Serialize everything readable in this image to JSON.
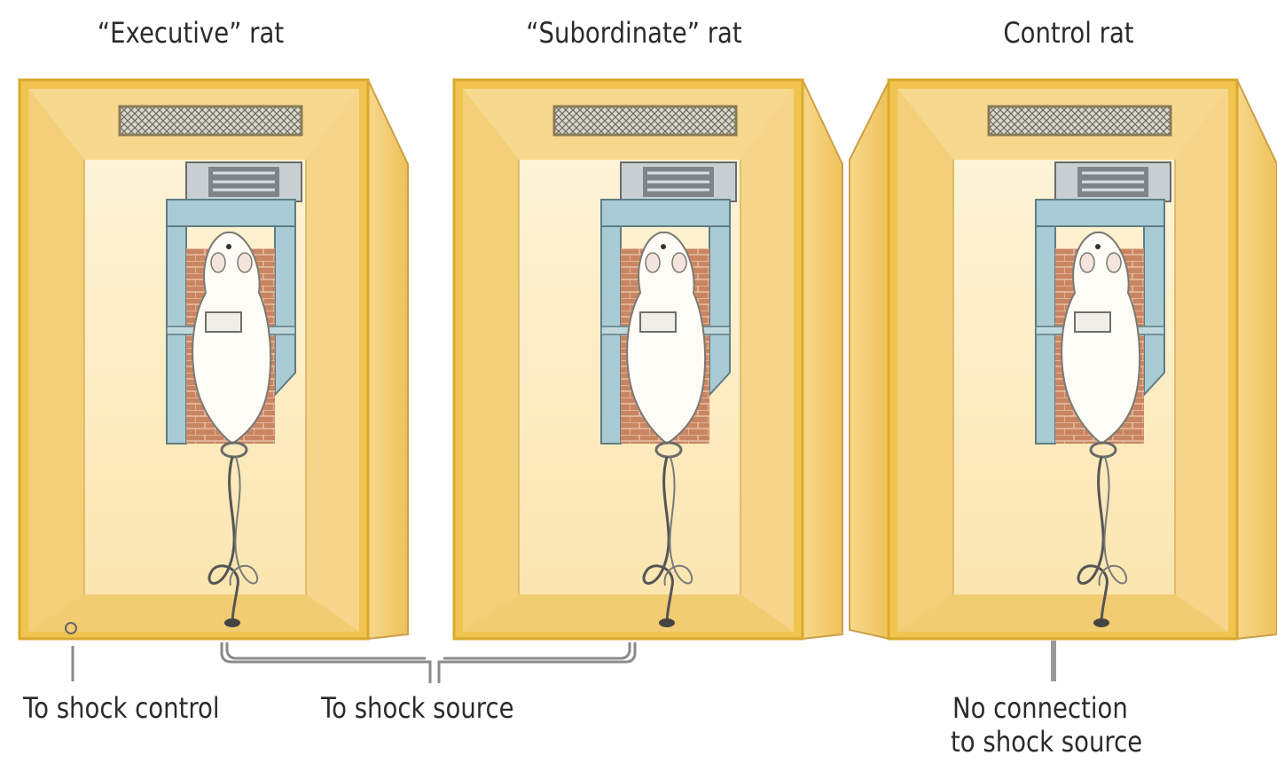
{
  "titles": {
    "executive": "“Executive” rat",
    "subordinate": "“Subordinate” rat",
    "control": "Control rat"
  },
  "captions": {
    "shock_control": "To shock control",
    "shock_source": "To shock source",
    "no_connection_line1": "No connection",
    "no_connection_line2": "to shock source"
  },
  "colors": {
    "box_frame": "#e9b838",
    "box_inner": "#fbe7b4",
    "box_side": "#f4c96a",
    "restrainer_blue": "#a9cbd3",
    "brick": "#c67a55",
    "rat_white": "#fdfcf6",
    "wire": "#555555"
  }
}
